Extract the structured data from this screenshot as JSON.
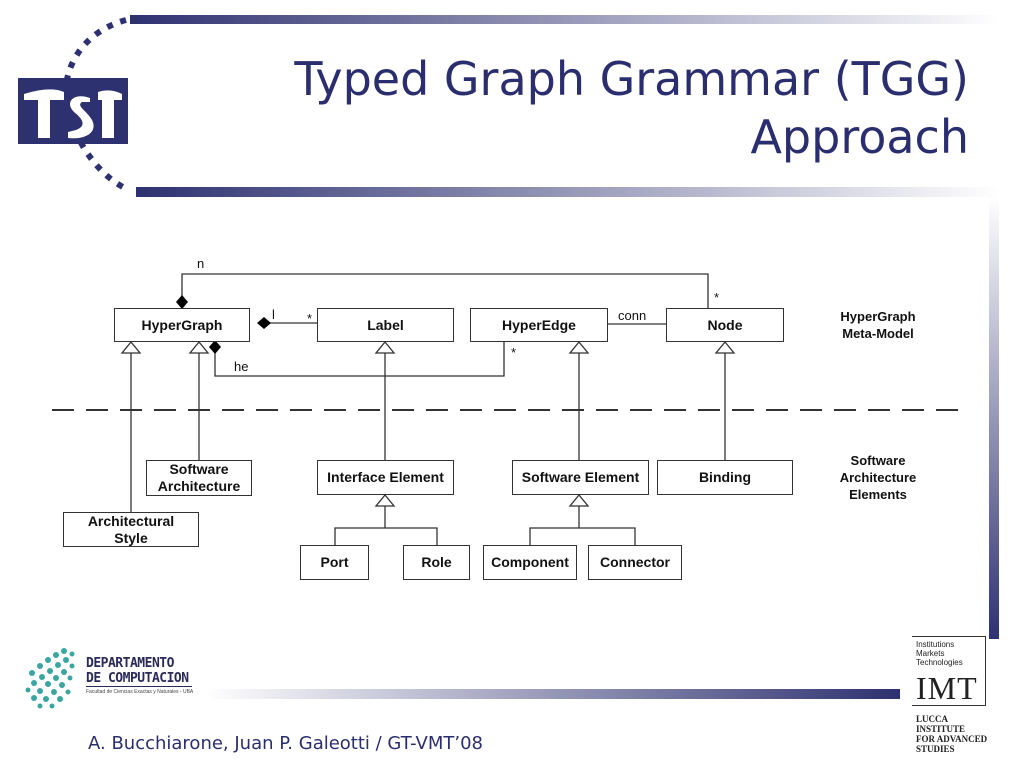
{
  "title": {
    "line1": "Typed Graph Grammar (TGG)",
    "line2": "Approach"
  },
  "logo_tsi": {
    "icon": "tsi-logo-icon",
    "text": "TSI"
  },
  "diagram": {
    "meta_model": {
      "hypergraph": "HyperGraph",
      "label": "Label",
      "hyperedge": "HyperEdge",
      "node": "Node"
    },
    "elements": {
      "software_architecture": [
        "Software",
        "Architecture"
      ],
      "architectural_style": [
        "Architectural",
        "Style"
      ],
      "interface_element": "Interface Element",
      "software_element": "Software Element",
      "binding": "Binding",
      "port": "Port",
      "role": "Role",
      "component": "Component",
      "connector": "Connector"
    },
    "association_labels": {
      "n": "n",
      "l": "l",
      "he": "he",
      "conn": "conn",
      "star": "*"
    },
    "section_labels": {
      "meta_model": [
        "HyperGraph",
        "Meta-Model"
      ],
      "elements": [
        "Software",
        "Architecture",
        "Elements"
      ]
    }
  },
  "logo_dc": {
    "icon": "dots-logo-icon",
    "name": [
      "DEPARTAMENTO",
      "DE COMPUTACION"
    ],
    "subtitle": "Facultad de Ciencias Exactas y Naturales - UBA"
  },
  "logo_imt": {
    "top": [
      "Institutions",
      "Markets",
      "Technologies"
    ],
    "big": "IMT",
    "bottom": [
      "LUCCA",
      "INSTITUTE",
      "FOR ADVANCED",
      "STUDIES"
    ]
  },
  "footer": "A. Bucchiarone, Juan P. Galeotti / GT-VMT’08",
  "colors": {
    "navy": "#2b2e6e",
    "bar": "#2e3170"
  }
}
